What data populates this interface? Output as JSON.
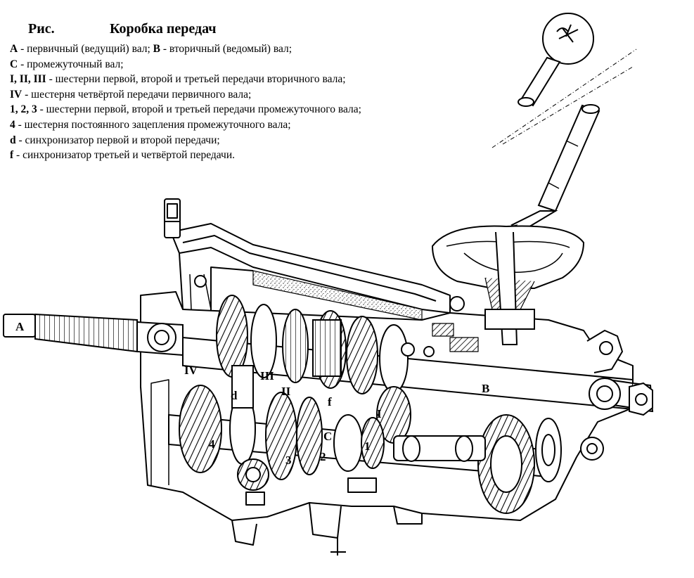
{
  "caption": {
    "prefix": "Рис.",
    "title": "Коробка передач",
    "legend": [
      {
        "parts": [
          {
            "key": "A",
            "text": "первичный (ведущий) вал;"
          },
          {
            "key": "B",
            "text": "вторичный (ведомый) вал;"
          }
        ]
      },
      {
        "parts": [
          {
            "key": "C",
            "text": "промежуточный вал;"
          }
        ]
      },
      {
        "parts": [
          {
            "key": "I, II, III",
            "text": "шестерни первой, второй и третьей передачи вторичного вала;"
          }
        ]
      },
      {
        "parts": [
          {
            "key": "IV",
            "text": "шестерня четвёртой передачи первичного вала;"
          }
        ]
      },
      {
        "parts": [
          {
            "key": "1, 2, 3",
            "text": "шестерни первой, второй и третьей передачи промежуточного вала;"
          }
        ]
      },
      {
        "parts": [
          {
            "key": "4",
            "text": "шестерня постоянного зацепления промежуточного вала;"
          }
        ]
      },
      {
        "parts": [
          {
            "key": "d",
            "text": "синхронизатор первой и второй передачи;"
          }
        ]
      },
      {
        "parts": [
          {
            "key": "f",
            "text": "синхронизатор третьей и четвёртой передачи."
          }
        ]
      }
    ]
  },
  "labels": {
    "A": "A",
    "B": "B",
    "C": "C",
    "I": "I",
    "II": "II",
    "III": "III",
    "IV": "IV",
    "g1": "1",
    "g2": "2",
    "g3": "3",
    "g4": "4",
    "d": "d",
    "f": "f"
  }
}
